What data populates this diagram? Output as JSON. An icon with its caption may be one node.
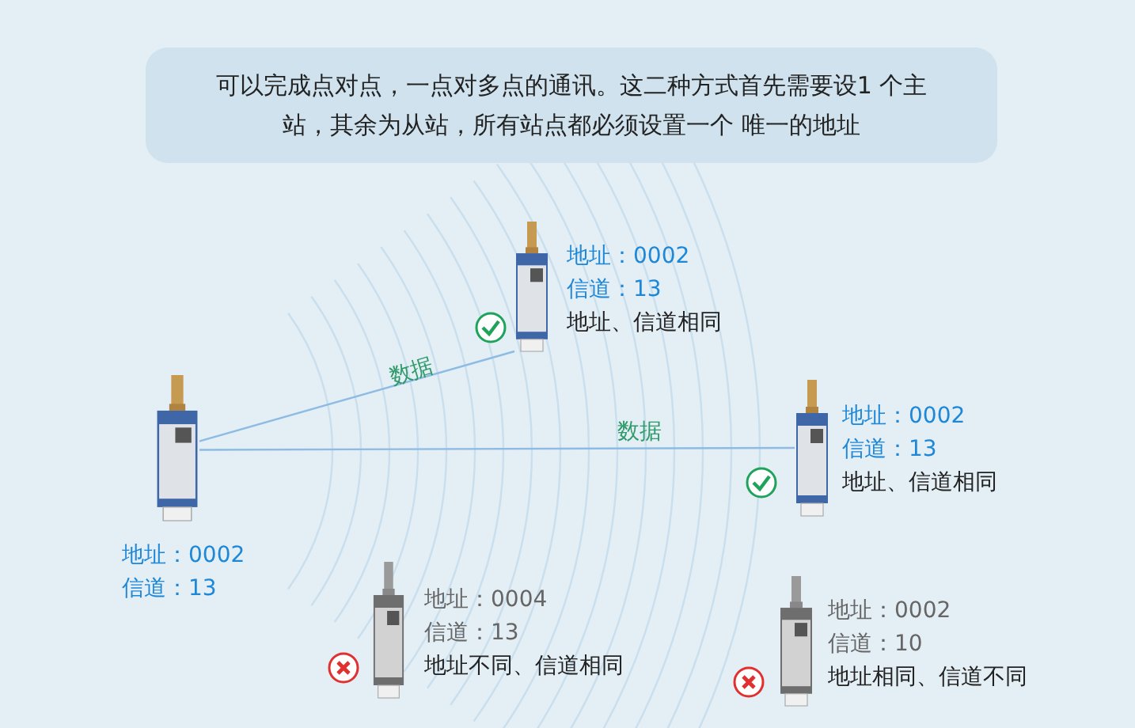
{
  "diagram": {
    "title": "可以完成点对点，一点对多点的通讯。这二种方式首先需要设1 个主站，其余为从站，所有站点都必须设置一个 唯一的地址",
    "nodes": [
      {
        "text": [],
        "shape": "picture",
        "beside": [
          "地址：0002",
          "信道：13"
        ]
      },
      {
        "text": [],
        "shape": "picture",
        "beside": [
          "地址：0002",
          "信道：13",
          "地址、信道相同"
        ]
      },
      {
        "text": [],
        "shape": "picture",
        "beside": [
          "地址：0002",
          "信道：13",
          "地址、信道相同"
        ]
      },
      {
        "text": [],
        "shape": "picture",
        "beside": [
          "地址：0004",
          "信道：13",
          "地址不同、信道相同"
        ]
      },
      {
        "text": [],
        "shape": "picture",
        "beside": [
          "地址：0002",
          "信道：10",
          "地址相同、信道不同"
        ]
      }
    ],
    "edges": [
      {
        "from": 0,
        "to": 1,
        "arrow": "none",
        "label": "数据"
      },
      {
        "from": 0,
        "to": 2,
        "arrow": "none",
        "label": "数据"
      }
    ]
  }
}
